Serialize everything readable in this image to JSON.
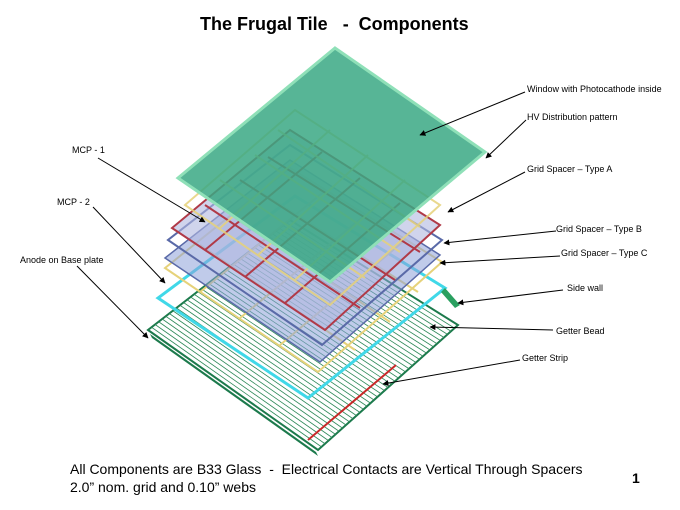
{
  "title": "The Frugal Tile   -  Components",
  "labels": {
    "window": "Window with Photocathode inside",
    "hv": "HV Distribution pattern",
    "spacer_a": "Grid Spacer – Type A",
    "spacer_b": "Grid Spacer – Type B",
    "spacer_c": "Grid Spacer – Type C",
    "side_wall": "Side wall",
    "getter_bead": "Getter Bead",
    "getter_strip": "Getter Strip",
    "mcp1": "MCP - 1",
    "mcp2": "MCP - 2",
    "anode": "Anode on Base plate"
  },
  "footer": {
    "line1": "All Components are B33 Glass  -  Electrical Contacts are Vertical Through Spacers",
    "line2": "2.0” nom. grid and 0.10” webs"
  },
  "page_number": "1",
  "colors": {
    "window": "#3aa884",
    "window_edge": "#8fe0b8",
    "spacer_a": "#b03a48",
    "spacer_b": "#5a6aa8",
    "spacer_c": "#e6d27a",
    "side_wall": "#40d8e8",
    "getter": "#2aa060",
    "anode": "#1c7a4c",
    "strip": "#c82828"
  }
}
